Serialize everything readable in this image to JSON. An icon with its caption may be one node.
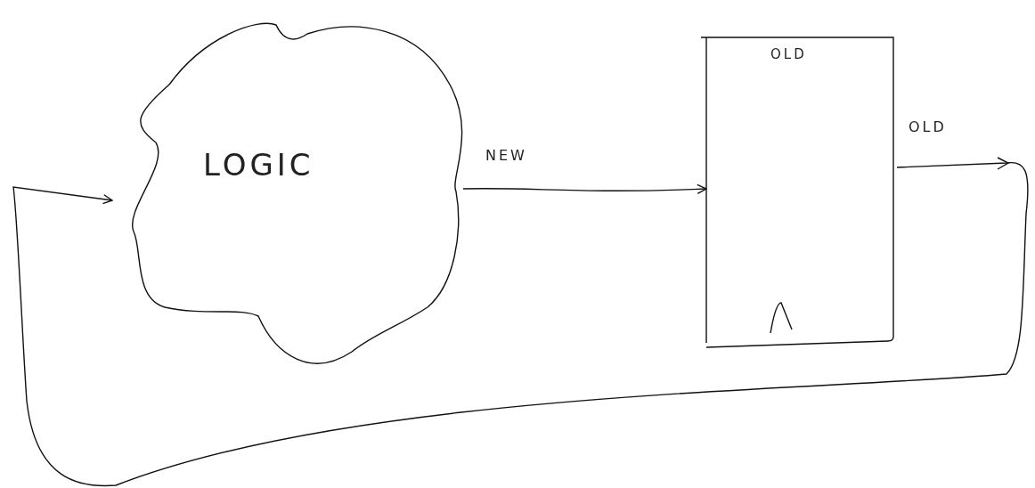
{
  "diagram": {
    "nodes": [
      {
        "text": [
          "LOGIC"
        ]
      },
      {
        "text": [
          "OLD"
        ]
      }
    ],
    "edges": [
      {
        "from": 0,
        "to": 1,
        "arrow": "to",
        "label": "NEW"
      },
      {
        "from": 1,
        "to": 0,
        "arrow": "to",
        "label": "OLD"
      }
    ]
  }
}
